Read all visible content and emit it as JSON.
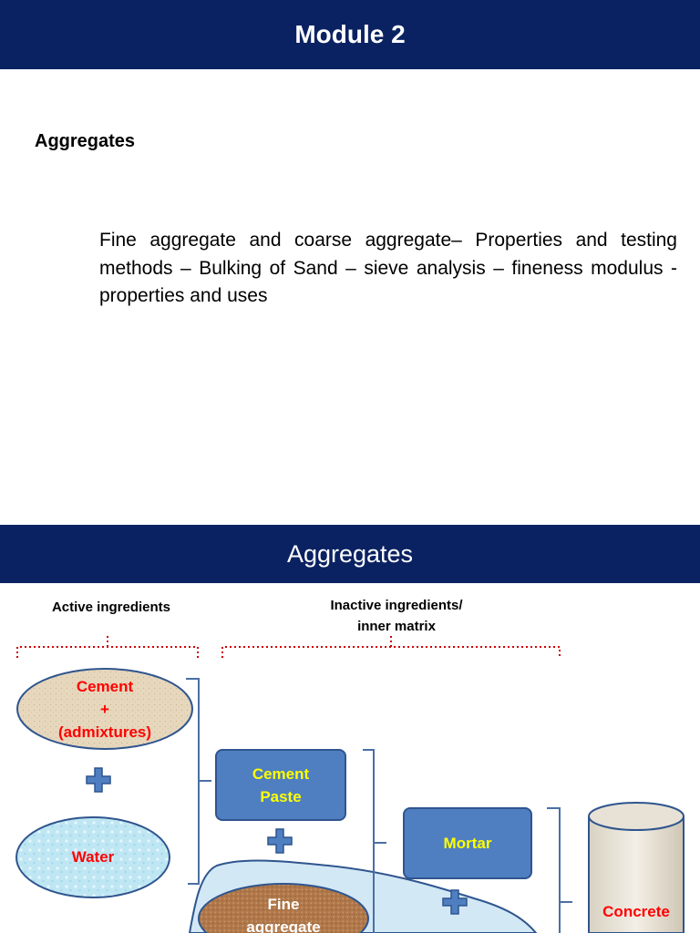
{
  "slide1": {
    "title": "Module 2",
    "heading": "Aggregates",
    "description": "Fine aggregate and coarse aggregate– Properties and testing methods – Bulking of Sand – sieve analysis – fineness modulus - properties and uses"
  },
  "slide2": {
    "title": "Aggregates",
    "active_label": "Active ingredients",
    "inactive_label_line1": "Inactive ingredients/",
    "inactive_label_line2": "inner matrix",
    "cement_line1": "Cement",
    "cement_line2": "+",
    "cement_line3": "(admixtures)",
    "water": "Water",
    "cement_paste_line1": "Cement",
    "cement_paste_line2": "Paste",
    "mortar": "Mortar",
    "fine_aggregate_line1": "Fine",
    "fine_aggregate_line2": "aggregate",
    "concrete": "Concrete"
  },
  "colors": {
    "banner": "#0b2262",
    "box_fill": "#4f7fc0",
    "box_text": "#ffff00",
    "ingredient_text": "#ff0000",
    "bracket": "#4a6fa5",
    "dotted_brace": "#cc0000"
  }
}
